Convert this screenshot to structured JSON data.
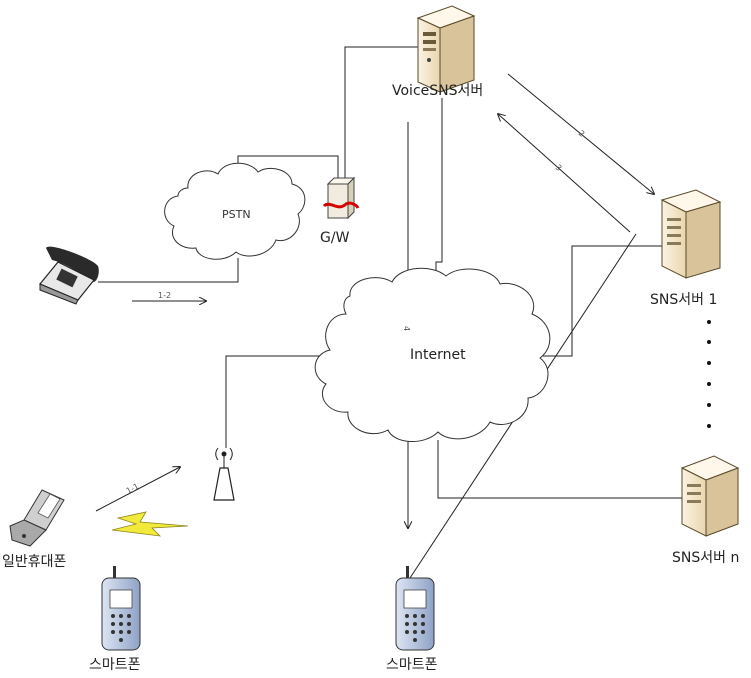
{
  "nodes": {
    "voice_server": "VoiceSNS서버",
    "pstn": "PSTN",
    "gateway": "G/W",
    "internet": "Internet",
    "sns_server_1": "SNS서버 1",
    "sns_server_n": "SNS서버 n",
    "feature_phone": "일반휴대폰",
    "smartphone_left": "스마트폰",
    "smartphone_center": "스마트폰"
  },
  "edges": {
    "e_1_1": "1-1",
    "e_1_2": "1-2",
    "e_2": "2",
    "e_3": "3",
    "e_4": "4"
  },
  "icons": {
    "server": "server-tower-icon",
    "telephone": "desk-telephone-icon",
    "gateway": "gateway-icon",
    "antenna": "antenna-icon",
    "phone": "mobile-phone-icon",
    "lightning": "wireless-bolt-icon"
  },
  "colors": {
    "line": "#222222",
    "server_body": "#f3e6c9",
    "server_side": "#d8c39a",
    "lightning": "#f2ea3a",
    "phone_body": "#b9c6de",
    "gateway_accent": "#d40000"
  }
}
